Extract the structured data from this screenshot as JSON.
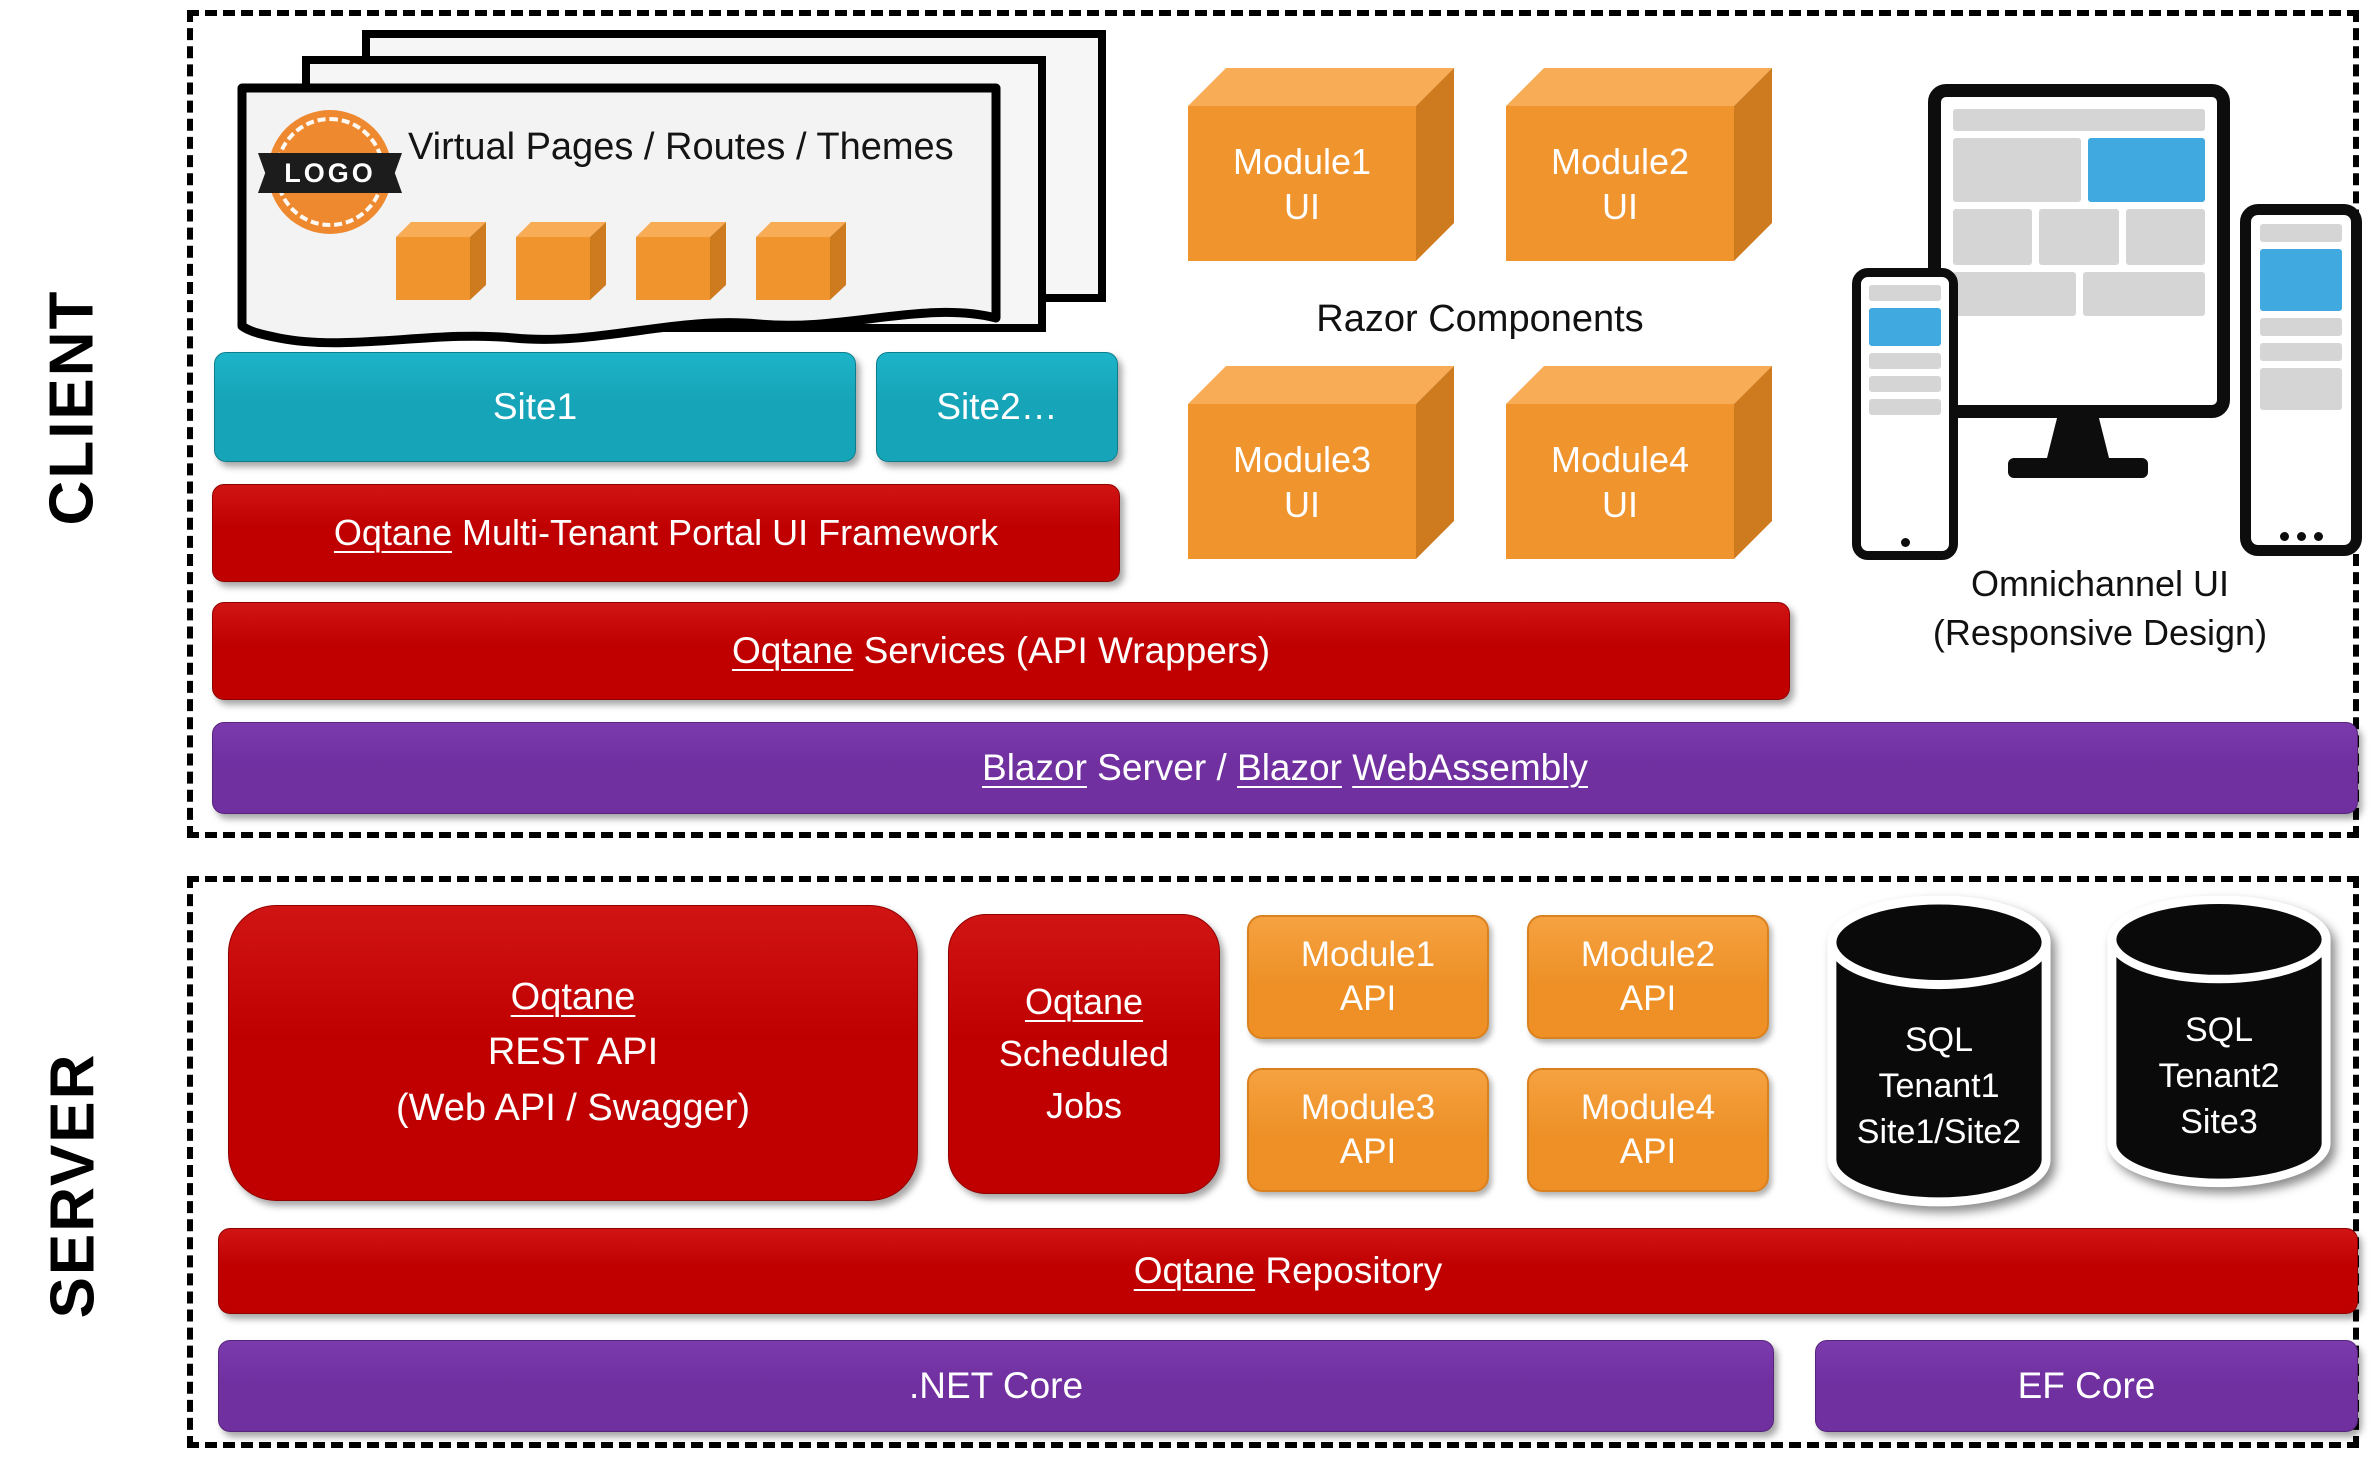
{
  "client_label": "CLIENT",
  "server_label": "SERVER",
  "colors": {
    "red": "#C00000",
    "purple": "#7030A0",
    "teal": "#16A4B8",
    "orange": "#F0942E",
    "accent_blue": "#3FA9E0"
  },
  "client": {
    "pages": {
      "title": "Virtual Pages / Routes / Themes",
      "logo_text": "LOGO"
    },
    "sites": [
      {
        "label": "Site1"
      },
      {
        "label": "Site2…"
      }
    ],
    "framework": {
      "u": "Oqtane",
      "rest": " Multi-Tenant Portal UI Framework"
    },
    "services": {
      "u": "Oqtane",
      "rest": " Services (API Wrappers)"
    },
    "blazor": {
      "u1": "Blazor",
      "t1": " Server / ",
      "u2": "Blazor",
      "t2": " ",
      "u3": "WebAssembly"
    },
    "razor_components_label": "Razor Components",
    "module_ui": [
      {
        "line1": "Module1",
        "line2": "UI"
      },
      {
        "line1": "Module2",
        "line2": "UI"
      },
      {
        "line1": "Module3",
        "line2": "UI"
      },
      {
        "line1": "Module4",
        "line2": "UI"
      }
    ],
    "omnichannel": {
      "line1": "Omnichannel UI",
      "line2": "(Responsive Design)"
    }
  },
  "server": {
    "rest_api": {
      "u": "Oqtane",
      "line2": "REST API",
      "line3": "(Web API / Swagger)"
    },
    "scheduled_jobs": {
      "u": "Oqtane",
      "line2": "Scheduled",
      "line3": "Jobs"
    },
    "module_api": [
      {
        "line1": "Module1",
        "line2": "API"
      },
      {
        "line1": "Module2",
        "line2": "API"
      },
      {
        "line1": "Module3",
        "line2": "API"
      },
      {
        "line1": "Module4",
        "line2": "API"
      }
    ],
    "databases": [
      {
        "line1": "SQL",
        "line2": "Tenant1",
        "line3": "Site1/Site2"
      },
      {
        "line1": "SQL",
        "line2": "Tenant2",
        "line3": "Site3"
      }
    ],
    "repository": {
      "u": "Oqtane",
      "rest": " Repository"
    },
    "dotnet_label": ".NET Core",
    "ef_label": "EF Core"
  }
}
